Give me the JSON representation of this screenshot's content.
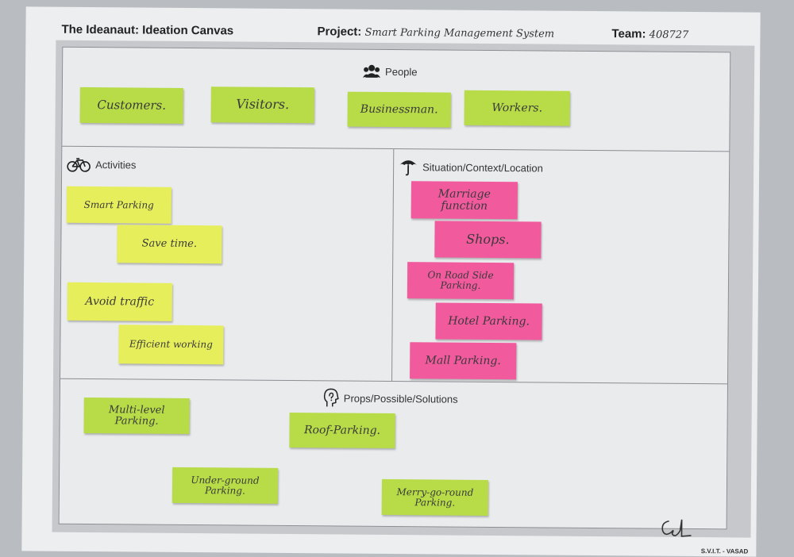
{
  "header": {
    "title": "The Ideanaut: Ideation Canvas",
    "project_label": "Project:",
    "project_value": "Smart Parking Management System",
    "team_label": "Team:",
    "team_value": "408727"
  },
  "sections": {
    "people": {
      "label": "People",
      "icon": "people-icon"
    },
    "activities": {
      "label": "Activities",
      "icon": "bicycle-icon"
    },
    "situation": {
      "label": "Situation/Context/Location",
      "icon": "umbrella-icon"
    },
    "props": {
      "label": "Props/Possible/Solutions",
      "icon": "head-icon"
    }
  },
  "notes": {
    "people": [
      "Customers.",
      "Visitors.",
      "Businessman.",
      "Workers."
    ],
    "activities": [
      "Smart Parking",
      "Save time.",
      "Avoid traffic",
      "Efficient working"
    ],
    "situation": [
      "Marriage function",
      "Shops.",
      "On Road Side Parking.",
      "Hotel Parking.",
      "Mall Parking."
    ],
    "props": [
      "Multi-level Parking.",
      "Roof-Parking.",
      "Under-ground Parking.",
      "Merry-go-round Parking."
    ]
  },
  "colors": {
    "green_note": "#b7dc48",
    "yellow_note": "#e7ee5c",
    "pink_note": "#f25a9e",
    "frame": "#c6c8cb",
    "paper": "#eceef0"
  },
  "footer": {
    "text": "S.V.I.T. - VASAD"
  }
}
